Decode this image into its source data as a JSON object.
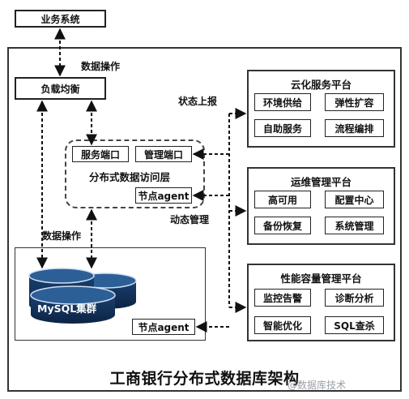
{
  "top_box": "业务系统",
  "lb_box": "负载均衡",
  "edge_labels": {
    "data_op_top": "数据操作",
    "status_report": "状态上报",
    "dynamic_mgmt": "动态管理",
    "data_op_left": "数据操作"
  },
  "access_layer": {
    "service_port": "服务端口",
    "mgmt_port": "管理端口",
    "title": "分布式数据访问层",
    "agent": "节点agent"
  },
  "db_area": {
    "cluster": "MySQL集群",
    "agent": "节点agent"
  },
  "cloud_platform": {
    "title": "云化服务平台",
    "items": [
      "环境供给",
      "弹性扩容",
      "自助服务",
      "流程编排"
    ]
  },
  "ops_platform": {
    "title": "运维管理平台",
    "items": [
      "高可用",
      "配置中心",
      "备份恢复",
      "系统管理"
    ]
  },
  "perf_platform": {
    "title": "性能容量管理平台",
    "items": [
      "监控告警",
      "诊断分析",
      "智能优化",
      "SQL查杀"
    ]
  },
  "footer_title": "工商银行分布式数据库架构",
  "watermark": "@数据库技术"
}
